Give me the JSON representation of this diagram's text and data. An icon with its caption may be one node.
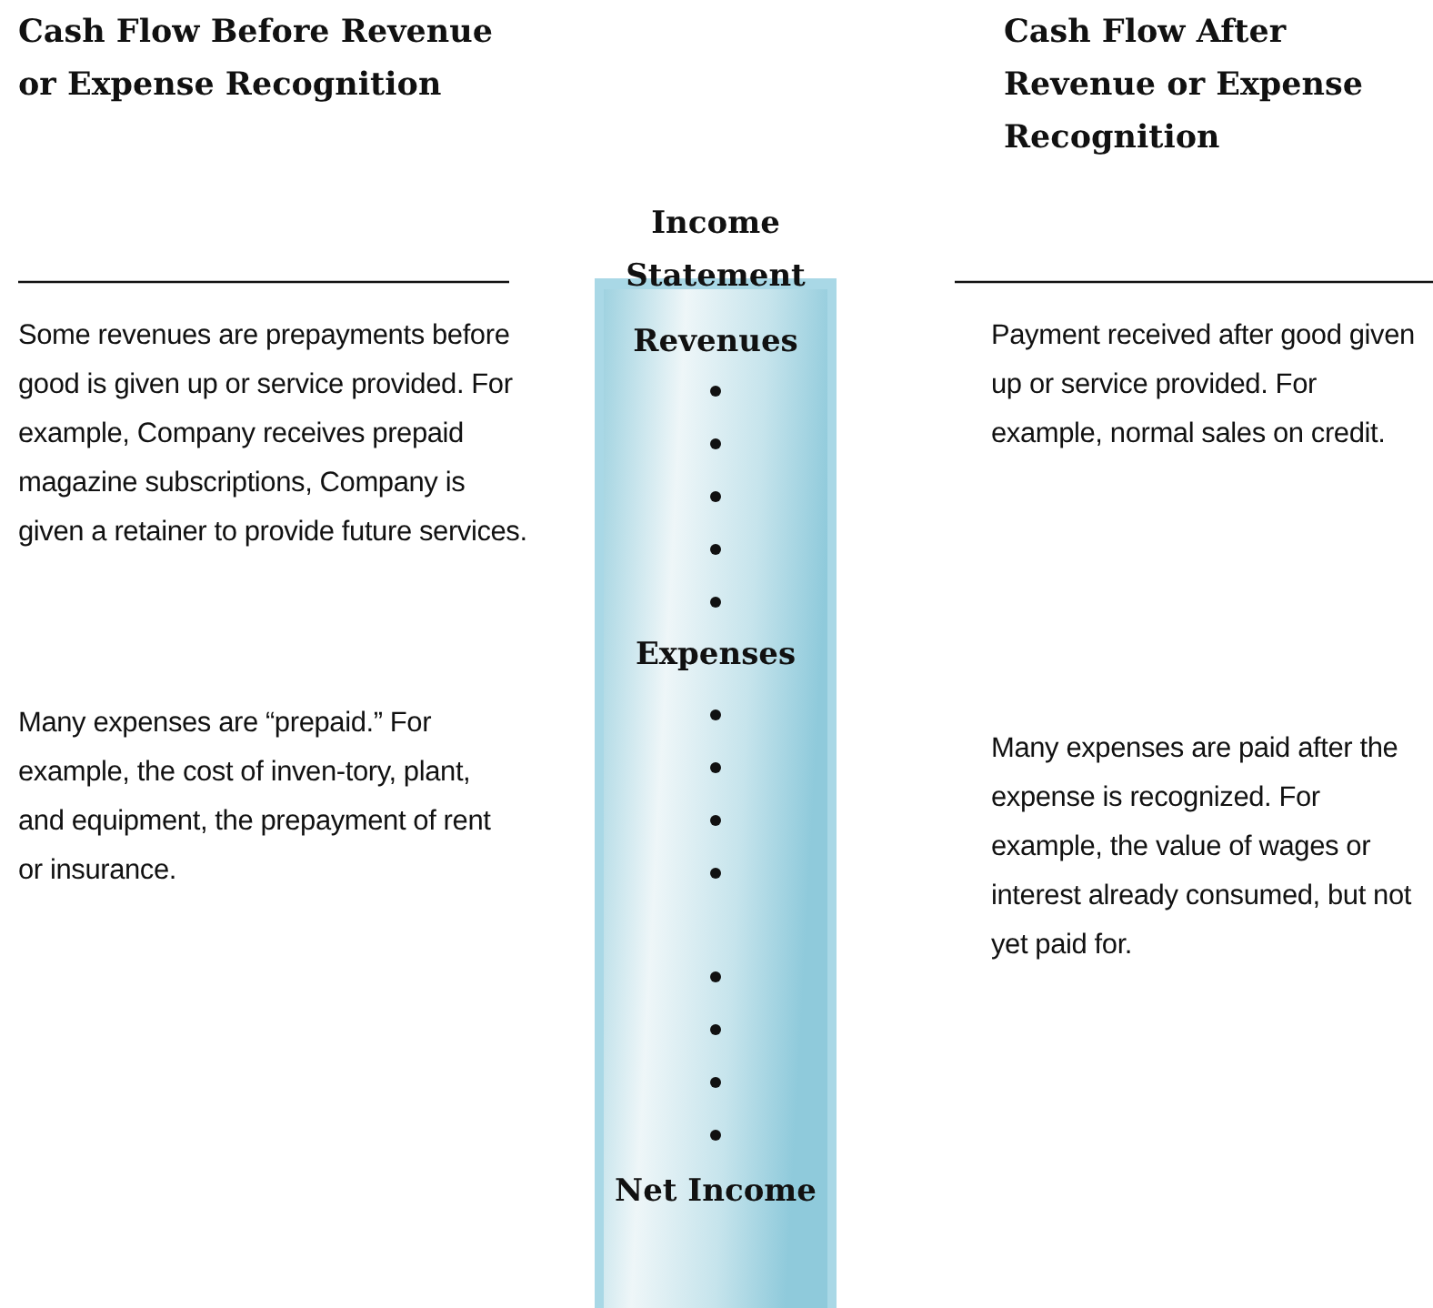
{
  "diagram": {
    "nodes": [
      {
        "text": [
          "Income Statement",
          "Revenues",
          "Expenses",
          "Net Income"
        ]
      }
    ],
    "labels": [
      "Cash Flow Before Revenue or Expense Recognition",
      "Cash Flow After Revenue or Expense Recognition",
      "Some revenues are prepayments before good is given up or service provided. For example, Company receives prepaid magazine subscriptions, Company is given a retainer to provide future services.",
      "Payment received after good given up or service provided. For example, normal sales on credit.",
      "Many expenses are “prepaid.” For example, the cost of inven-tory, plant, and equipment, the prepayment of rent or insurance.",
      "Many expenses are paid after the expense is recognized. For example, the value of wages or interest already consumed, but not yet paid for."
    ]
  }
}
